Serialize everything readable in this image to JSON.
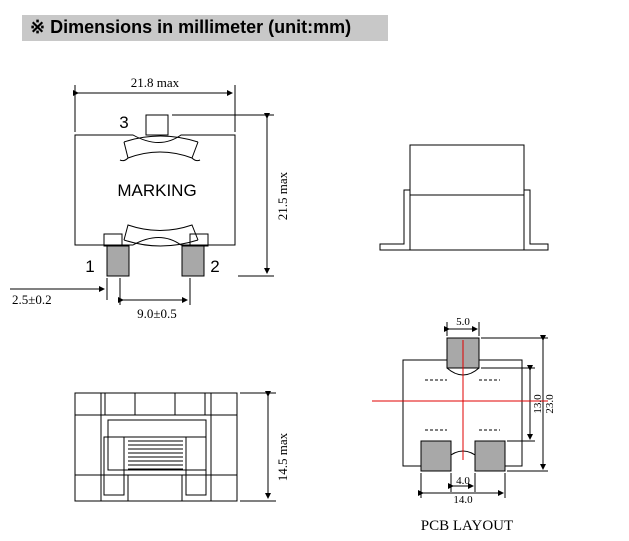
{
  "header": {
    "title": "※  Dimensions in millimeter (unit:mm)"
  },
  "top_view": {
    "width_dim": "21.8 max",
    "height_dim": "21.5 max",
    "pin1_offset": "2.5±0.2",
    "pin_spacing": "9.0±0.5",
    "marking": "MARKING",
    "pin1": "1",
    "pin2": "2",
    "pin3": "3"
  },
  "bottom_view": {
    "height_dim": "14.5 max"
  },
  "pcb_layout": {
    "title": "PCB LAYOUT",
    "pad_width": "5.0",
    "pad_gap": "4.0",
    "total_width": "14.0",
    "inner_height": "13.0",
    "total_height": "23.0"
  },
  "colors": {
    "pad": "#a8a8a8",
    "centerline": "#e00000",
    "header_bg": "#c8c8c8"
  }
}
